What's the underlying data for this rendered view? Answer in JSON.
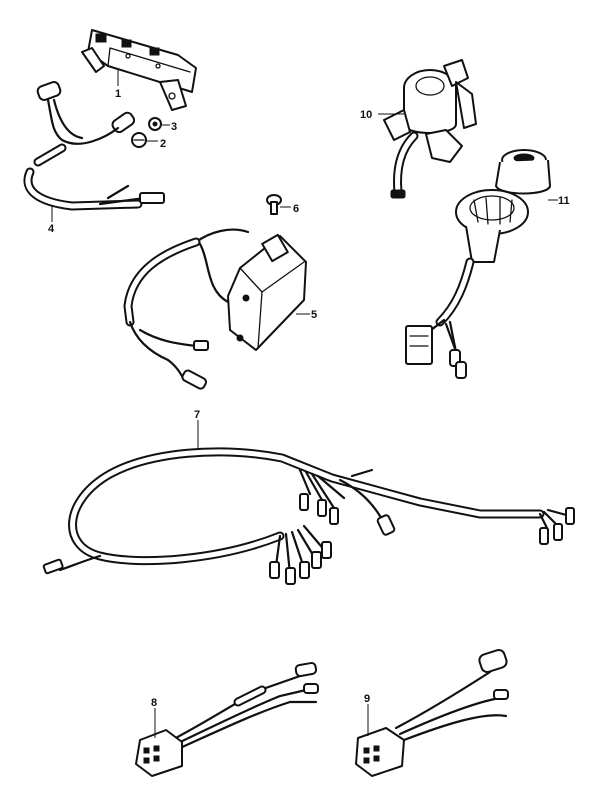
{
  "parts": [
    {
      "num": "1",
      "name": "regulator-rectifier"
    },
    {
      "num": "2",
      "name": "bolt"
    },
    {
      "num": "3",
      "name": "nut"
    },
    {
      "num": "4",
      "name": "lead-wire"
    },
    {
      "num": "5",
      "name": "cdi-unit"
    },
    {
      "num": "6",
      "name": "screw"
    },
    {
      "num": "7",
      "name": "main-wiring-harness"
    },
    {
      "num": "8",
      "name": "sub-harness-a"
    },
    {
      "num": "9",
      "name": "sub-harness-b"
    },
    {
      "num": "10",
      "name": "ignition-switch"
    },
    {
      "num": "11",
      "name": "lock-cylinder"
    }
  ]
}
